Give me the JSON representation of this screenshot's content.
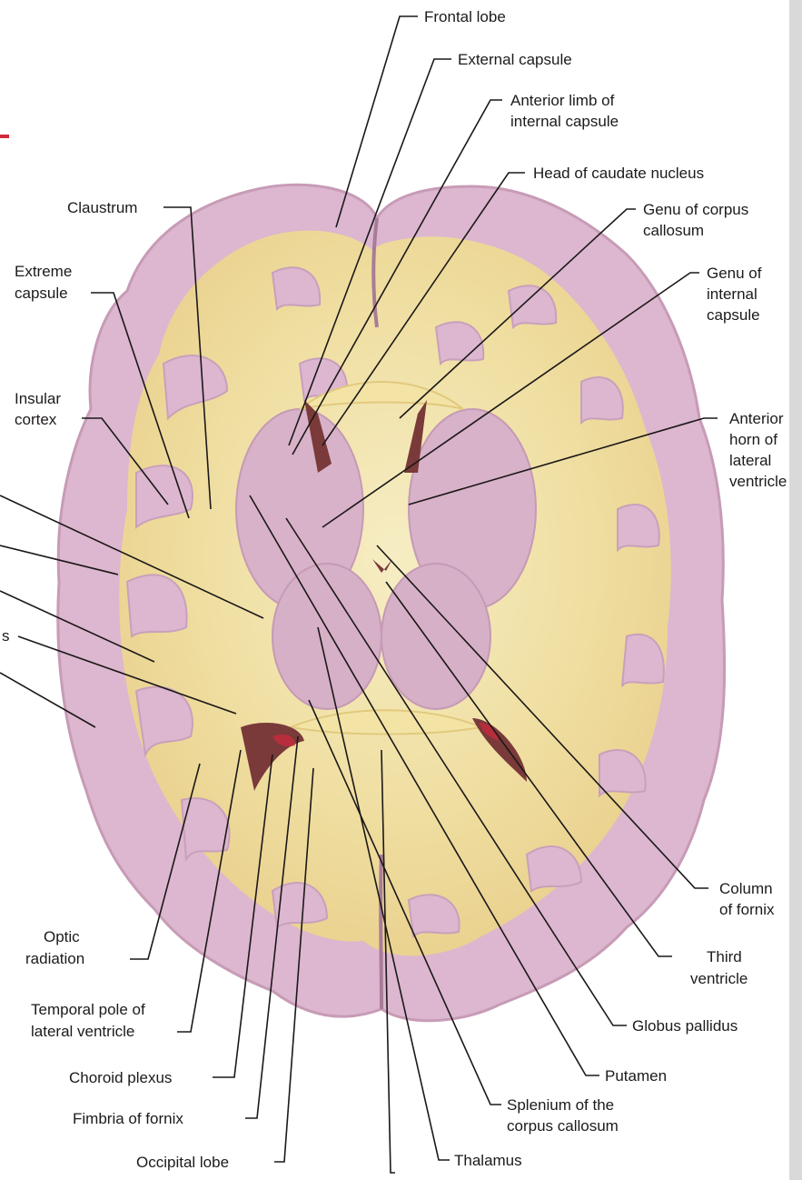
{
  "labels": {
    "frontal_lobe": "Frontal lobe",
    "external_capsule": "External capsule",
    "anterior_limb_1": "Anterior limb of",
    "anterior_limb_2": "internal capsule",
    "head_caudate": "Head of caudate nucleus",
    "genu_cc_1": "Genu of corpus",
    "genu_cc_2": "callosum",
    "genu_ic_1": "Genu of",
    "genu_ic_2": "internal",
    "genu_ic_3": "capsule",
    "ant_horn_1": "Anterior",
    "ant_horn_2": "horn of",
    "ant_horn_3": "lateral",
    "ant_horn_4": "ventricle",
    "claustrum": "Claustrum",
    "extreme_capsule_1": "Extreme",
    "extreme_capsule_2": "capsule",
    "insular_cortex_1": "Insular",
    "insular_cortex_2": "cortex",
    "partial_s": "s",
    "column_fornix_1": "Column",
    "column_fornix_2": "of fornix",
    "third_ventricle_1": "Third",
    "third_ventricle_2": "ventricle",
    "globus_pallidus": "Globus pallidus",
    "putamen": "Putamen",
    "splenium_1": "Splenium of the",
    "splenium_2": "corpus callosum",
    "thalamus": "Thalamus",
    "optic_radiation_1": "Optic",
    "optic_radiation_2": "radiation",
    "temporal_pole_1": "Temporal pole of",
    "temporal_pole_2": "lateral ventricle",
    "choroid_plexus": "Choroid plexus",
    "fimbria": "Fimbria of fornix",
    "occipital_lobe": "Occipital lobe"
  },
  "colors": {
    "cortex_grey": "#dcb7cf",
    "white_matter": "#f2e6b0",
    "deep_yellow": "#ead38c",
    "ventricle": "#7a3a3a",
    "accent_red": "#d2283c"
  }
}
